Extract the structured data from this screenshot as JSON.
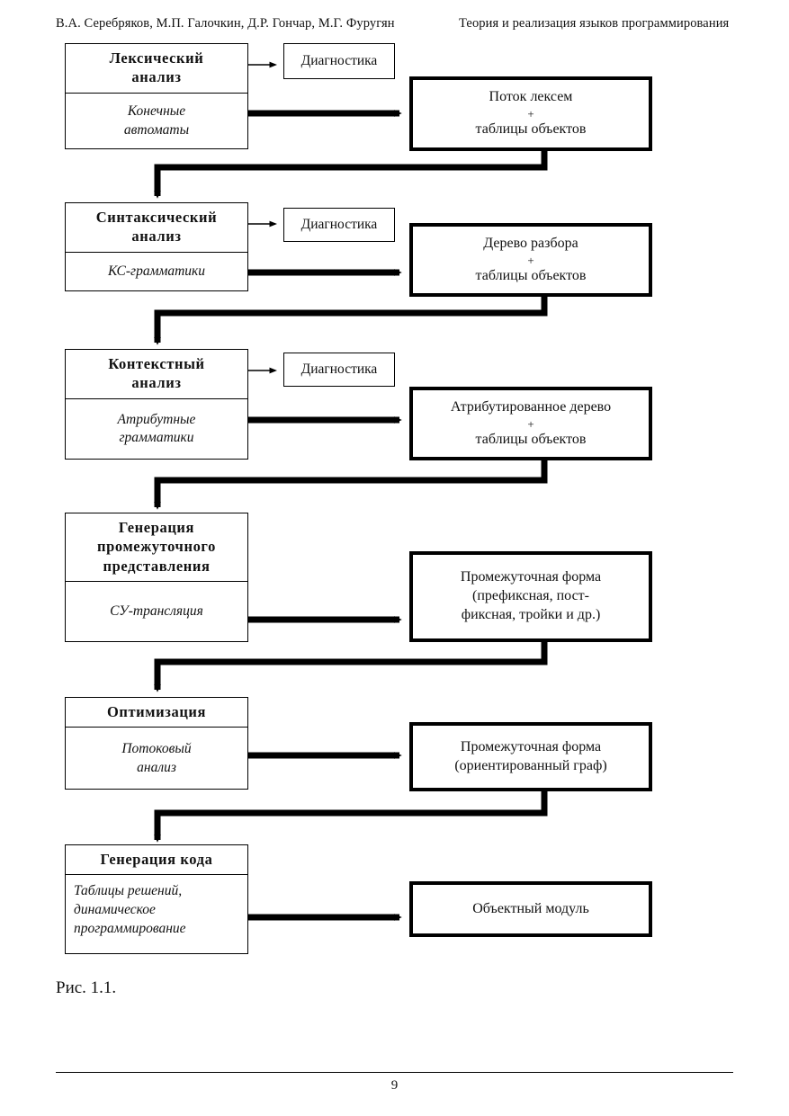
{
  "header": {
    "authors": "В.А. Серебряков, М.П. Галочкин, Д.Р. Гончар, М.Г. Фуругян",
    "book_title": "Теория и реализация языков программирования"
  },
  "caption": "Рис. 1.1.",
  "page_number": "9",
  "colors": {
    "ink": "#000000",
    "paper": "#ffffff"
  },
  "diagram": {
    "diagnostics_label": "Диагностика",
    "plus": "+",
    "stages": [
      {
        "title_line1": "Лексический",
        "title_line2": "анализ",
        "method_line1": "Конечные",
        "method_line2": "автоматы",
        "has_diagnostics": true
      },
      {
        "title_line1": "Синтаксический",
        "title_line2": "анализ",
        "method_line1": "КС-грамматики",
        "method_line2": "",
        "has_diagnostics": true
      },
      {
        "title_line1": "Контекстный",
        "title_line2": "анализ",
        "method_line1": "Атрибутные",
        "method_line2": "грамматики",
        "has_diagnostics": true
      },
      {
        "title_line1": "Генерация",
        "title_line2": "промежуточного",
        "title_line3": "представления",
        "method_line1": "СУ-трансляция",
        "method_line2": "",
        "has_diagnostics": false
      },
      {
        "title_line1": "Оптимизация",
        "title_line2": "",
        "method_line1": "Потоковый",
        "method_line2": "анализ",
        "has_diagnostics": false
      },
      {
        "title_line1": "Генерация кода",
        "title_line2": "",
        "method_line1": "Таблицы решений,",
        "method_line2": "динамическое",
        "method_line3": "программирование",
        "has_diagnostics": false
      }
    ],
    "results": [
      {
        "line1": "Поток лексем",
        "line2": "+",
        "line3": "таблицы объектов"
      },
      {
        "line1": "Дерево разбора",
        "line2": "+",
        "line3": "таблицы объектов"
      },
      {
        "line1": "Атрибутированное дерево",
        "line2": "+",
        "line3": "таблицы объектов"
      },
      {
        "line1": "Промежуточная форма",
        "line2": "(префиксная, пост-",
        "line3": "фиксная, тройки и др.)"
      },
      {
        "line1": "Промежуточная форма",
        "line2": "(ориентированный граф)",
        "line3": ""
      },
      {
        "line1": "Объектный модуль",
        "line2": "",
        "line3": ""
      }
    ]
  }
}
